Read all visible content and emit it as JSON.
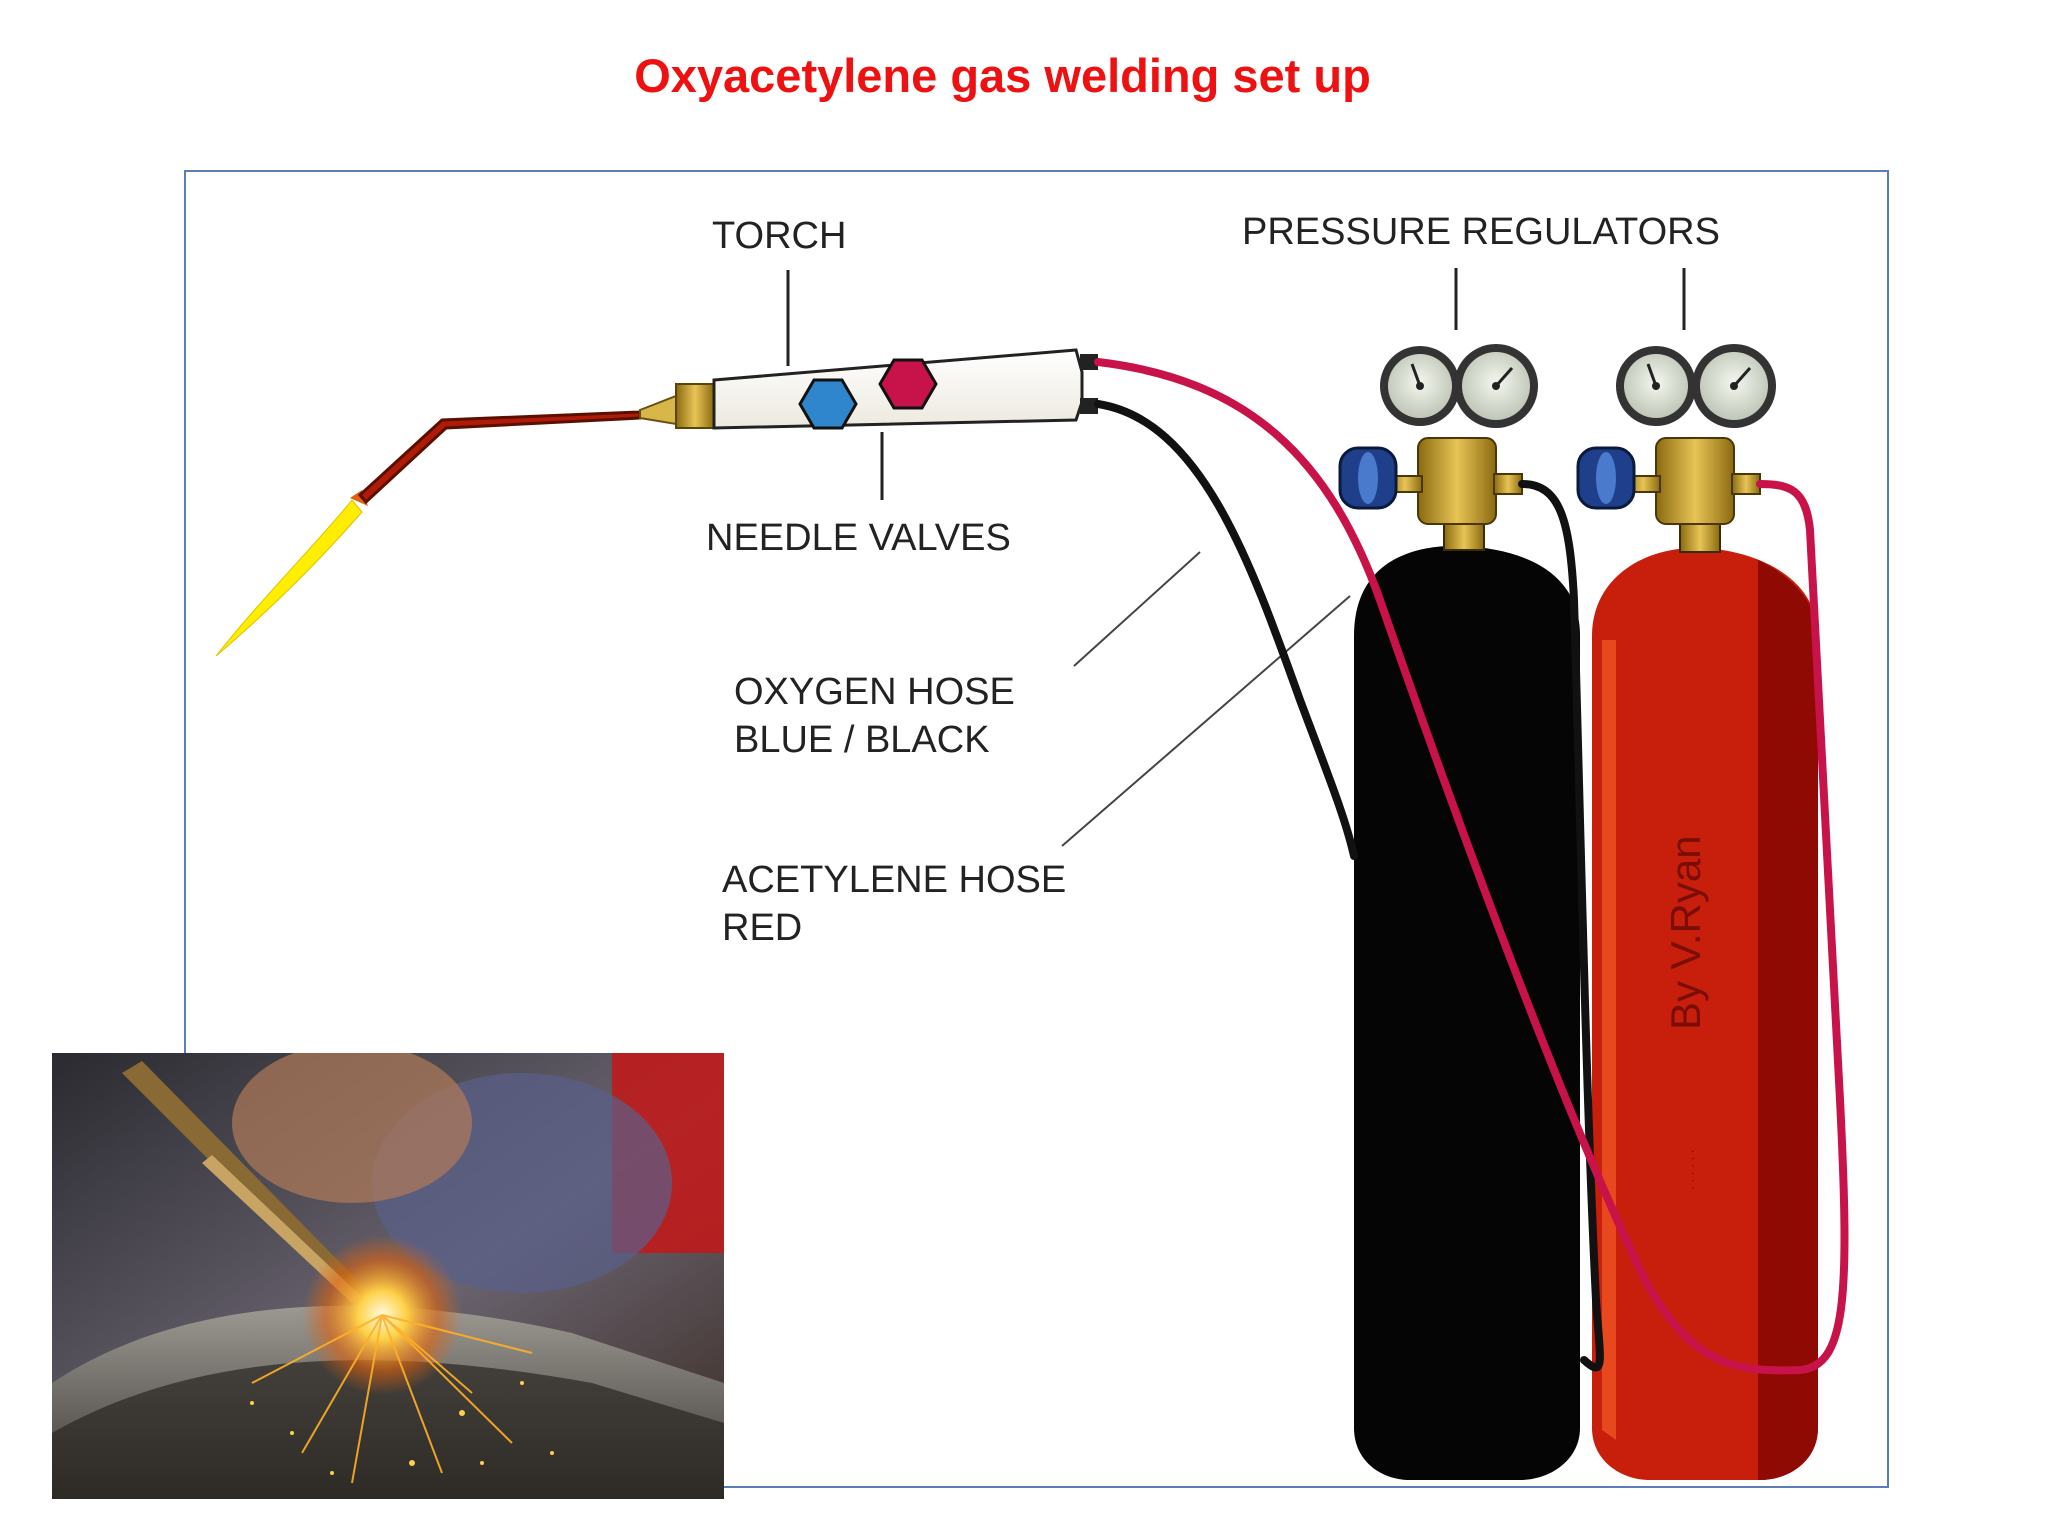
{
  "title": "Oxyacetylene gas welding set up",
  "colors": {
    "title": "#ee1111",
    "frame": "#5b7fb5",
    "acetylene_hose": "#c8124a",
    "oxygen_hose": "#111111",
    "acetylene_cylinder": "#c81e0c",
    "oxygen_cylinder": "#050505",
    "valve_blue": "#2f86cc",
    "valve_red": "#c8124a",
    "flame": "#ffee00"
  },
  "labels": {
    "torch": "TORCH",
    "pressure_regulators": "PRESSURE REGULATORS",
    "needle_valves": "NEEDLE VALVES",
    "oxygen_hose_line1": "OXYGEN HOSE",
    "oxygen_hose_line2": "BLUE / BLACK",
    "acetylene_hose_line1": "ACETYLENE HOSE",
    "acetylene_hose_line2": "RED"
  },
  "watermark": "By V.Ryan",
  "photo": {
    "subject": "welding torch with sparks"
  }
}
